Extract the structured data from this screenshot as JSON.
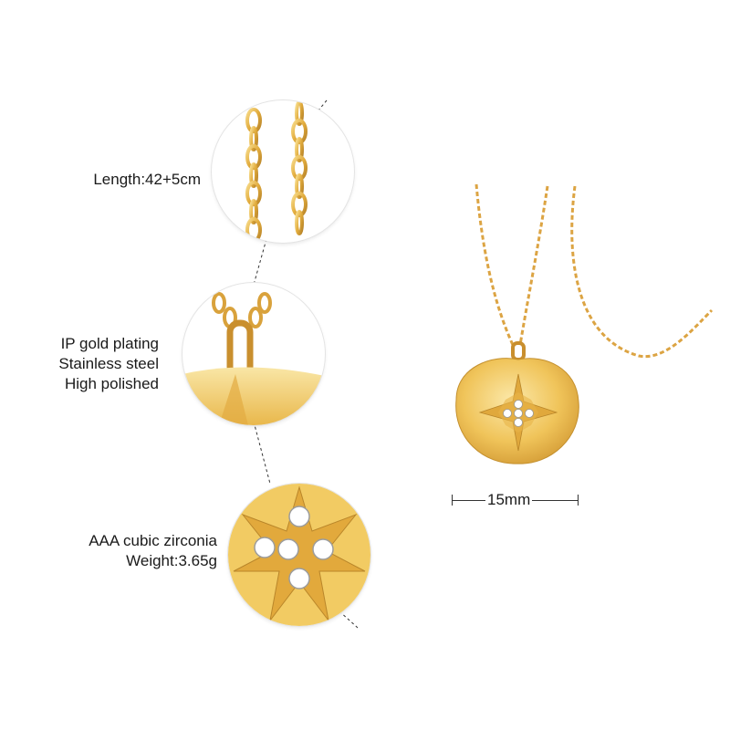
{
  "specs": {
    "length": "Length:42+5cm",
    "material_lines": [
      "IP gold plating",
      "Stainless steel",
      "High polished"
    ],
    "stone": "AAA cubic zirconia",
    "weight": "Weight:3.65g"
  },
  "dimension_label": "15mm",
  "colors": {
    "gold": "#e8b84a",
    "gold_light": "#f6dc8a",
    "gold_dark": "#b9862a",
    "text": "#1a1a1a"
  }
}
